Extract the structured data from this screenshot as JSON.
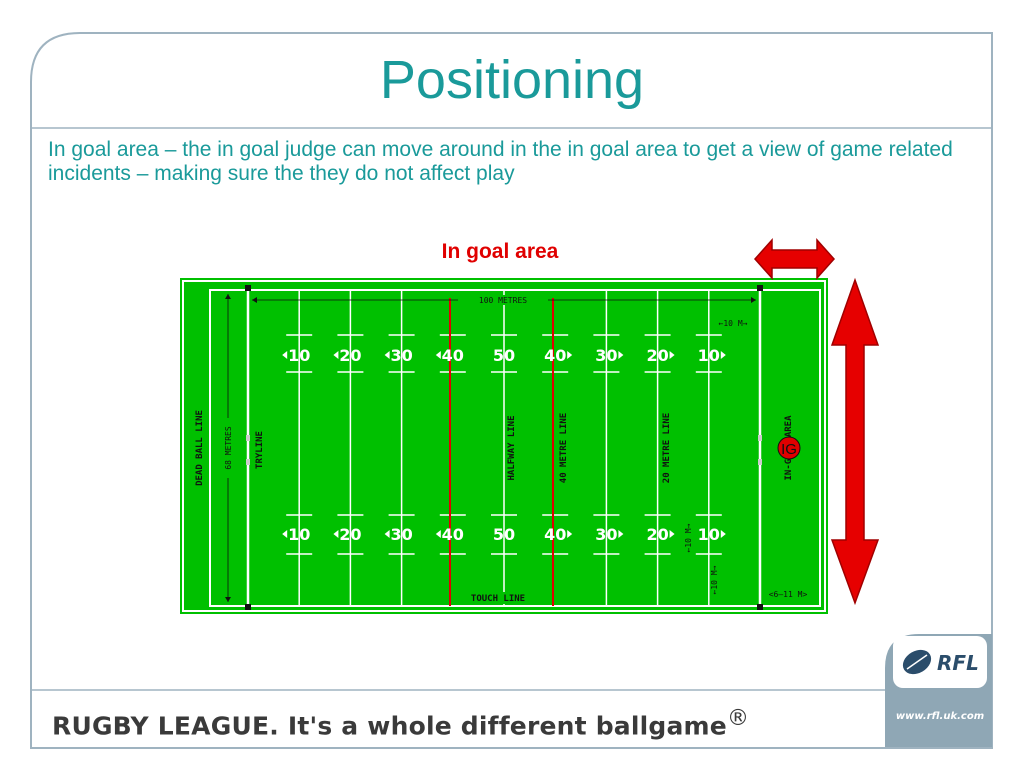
{
  "slide": {
    "title": "Positioning",
    "body": "In goal area – the in goal judge can move around in the in goal area to get a view of game related incidents – making sure the they do not affect play",
    "highlight_label": "In goal area"
  },
  "field": {
    "top_label": "100 METRES",
    "left_measure": "68 METRES",
    "dead_ball_line": "DEAD BALL LINE",
    "tryline": "TRYLINE",
    "halfway_line": "HALFWAY LINE",
    "forty_metre_line": "40 METRE LINE",
    "twenty_metre_line": "20 METRE LINE",
    "in_goal_area_text": "IN-GOAL AREA",
    "touch_line": "TOUCH LINE",
    "ten_m_top": "←10 M→",
    "ten_m_vertical_1": "←10 M→",
    "ten_m_vertical_2": "←10 M→",
    "in_goal_depth": "<6–11 M>",
    "yard_numbers": [
      "10",
      "20",
      "30",
      "40",
      "50",
      "40",
      "30",
      "20",
      "10"
    ],
    "judge_marker": "IG"
  },
  "footer": {
    "tagline": "RUGBY LEAGUE. It's a whole different ballgame",
    "registered": "®",
    "logo": "RFL",
    "url": "www.rfl.uk.com"
  },
  "colors": {
    "accent": "#1a9a9a",
    "pitch": "#00c000",
    "red": "#e00000",
    "footer_bar": "#8fa7b5"
  }
}
